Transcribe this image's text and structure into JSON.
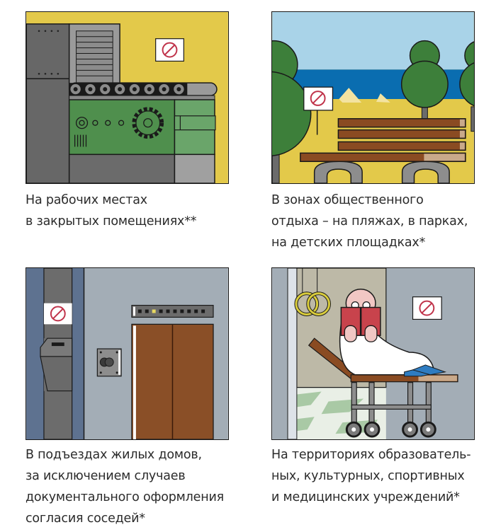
{
  "panels": [
    {
      "id": "workplace",
      "scene": "factory-machine-conveyor",
      "icon": "no-smoking-sign-icon",
      "caption": [
        "На рабочих местах",
        "в закрытых помещениях**"
      ],
      "colors": {
        "background": "#e3c94a",
        "machine": "#4f8f4d",
        "metal": "#6b6b6b"
      }
    },
    {
      "id": "recreation",
      "scene": "beach-park-bench",
      "icon": "no-smoking-sign-icon",
      "caption": [
        "В зонах общественного",
        "отдыха – на пляжах, в парках,",
        "на детских площадках*"
      ],
      "colors": {
        "sky": "#a9d3e8",
        "sea": "#0a6db0",
        "sand": "#e3c94a",
        "tree": "#3d7f3a",
        "bench": "#8a4b22"
      }
    },
    {
      "id": "entrance",
      "scene": "apartment-hallway-elevator",
      "icon": "no-smoking-sign-icon",
      "caption": [
        "В подъездах жилых домов,",
        "за исключением случаев",
        "документального оформления",
        "согласия соседей*"
      ],
      "colors": {
        "wall": "#a3adb6",
        "pillar": "#5e7290",
        "elevator": "#8a4f27"
      }
    },
    {
      "id": "institutions",
      "scene": "gym-stretcher-reader",
      "icon": "no-smoking-sign-icon",
      "caption": [
        "На территориях образователь-",
        "ных, культурных, спортивных",
        "и медицинских учреждений*"
      ],
      "colors": {
        "wall": "#a3adb6",
        "book": "#c8434c",
        "shoes": "#2e7cc1",
        "rings": "#d9cc3c"
      }
    }
  ],
  "colors": {
    "sign_red": "#c0334a",
    "outline": "#1a1a1a",
    "text": "#2b2b2b"
  }
}
